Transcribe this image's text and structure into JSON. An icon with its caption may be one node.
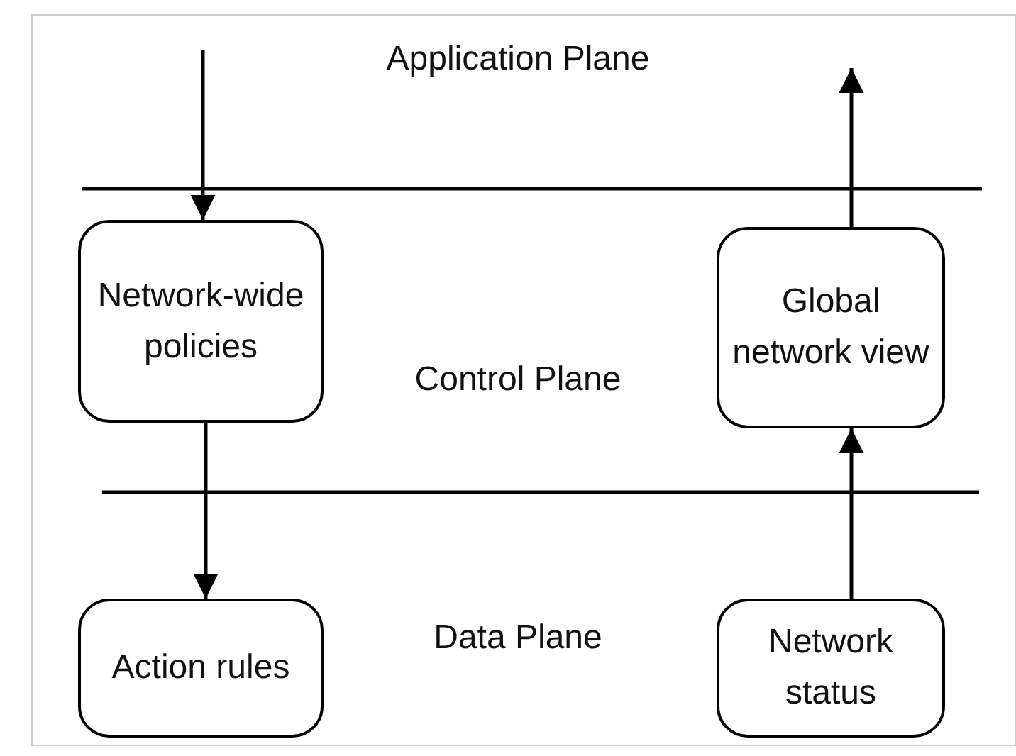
{
  "diagram": {
    "nodes": [
      {
        "text": [
          "Network-wide policies"
        ]
      },
      {
        "text": [
          "Global network view"
        ]
      },
      {
        "text": [
          "Action rules"
        ]
      },
      {
        "text": [
          "Network status"
        ]
      }
    ],
    "edges": [
      {
        "from": null,
        "to": 0,
        "arrow": "to"
      },
      {
        "from": 0,
        "to": 2,
        "arrow": "to"
      },
      {
        "from": 3,
        "to": 1,
        "arrow": "to"
      },
      {
        "from": 1,
        "to": null,
        "arrow": "to"
      }
    ],
    "labels": [
      "Application Plane",
      "Control Plane",
      "Data Plane"
    ]
  }
}
